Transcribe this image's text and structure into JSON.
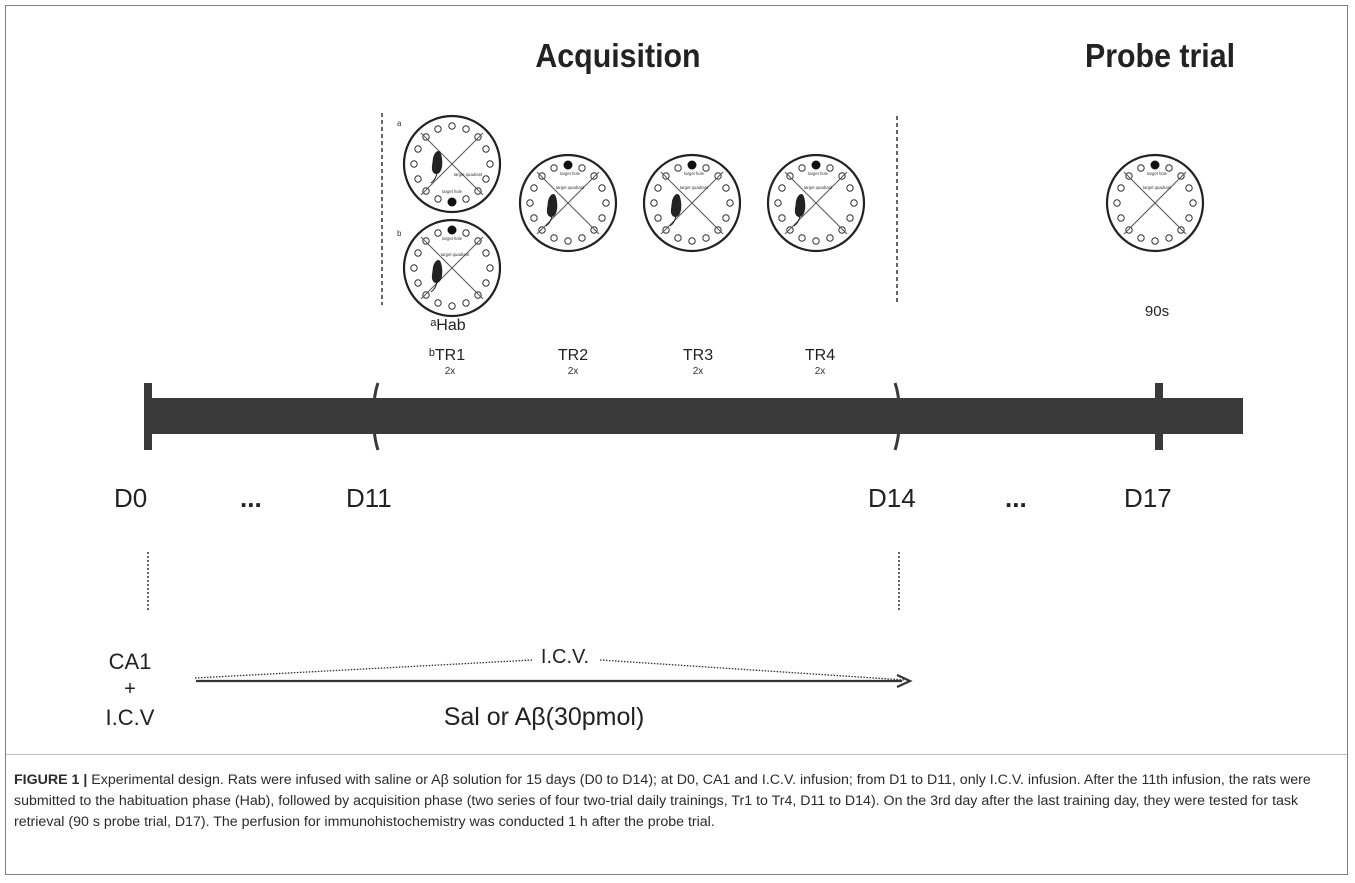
{
  "headings": {
    "acquisition": "Acquisition",
    "probe_trial": "Probe trial"
  },
  "maze_labels": {
    "panel_a": "a",
    "panel_b": "b",
    "hab": "ᵃHab",
    "tr1": "ᵇTR1",
    "tr2": "TR2",
    "tr3": "TR3",
    "tr4": "TR4",
    "repeat": "2x",
    "probe_duration": "90s",
    "target_hole": "target hole",
    "target_quadrant": "target quadrant"
  },
  "timeline": {
    "d0": "D0",
    "d11": "D11",
    "d14": "D14",
    "d17": "D17",
    "ellipsis": "..."
  },
  "infusion": {
    "ca1": "CA1",
    "plus": "+",
    "icv_left": "I.C.V",
    "icv_top": "I.C.V.",
    "treatment": "Sal or Aβ(30pmol)"
  },
  "caption": {
    "label": "FIGURE 1 |",
    "text": "Experimental design. Rats were infused with saline or Aβ solution for 15 days (D0 to D14); at D0, CA1 and I.C.V. infusion; from D1 to D11, only I.C.V. infusion. After the 11th infusion, the rats were submitted to the habituation phase (Hab), followed by acquisition phase (two series of four two-trial daily trainings, Tr1 to Tr4, D11 to D14). On the 3rd day after the last training day, they were tested for task retrieval (90 s probe trial, D17). The perfusion for immunohistochemistry was conducted 1 h after the probe trial."
  },
  "colors": {
    "bar": "#3a3a3a",
    "text": "#222222",
    "caption_text": "#2b2b2b"
  }
}
